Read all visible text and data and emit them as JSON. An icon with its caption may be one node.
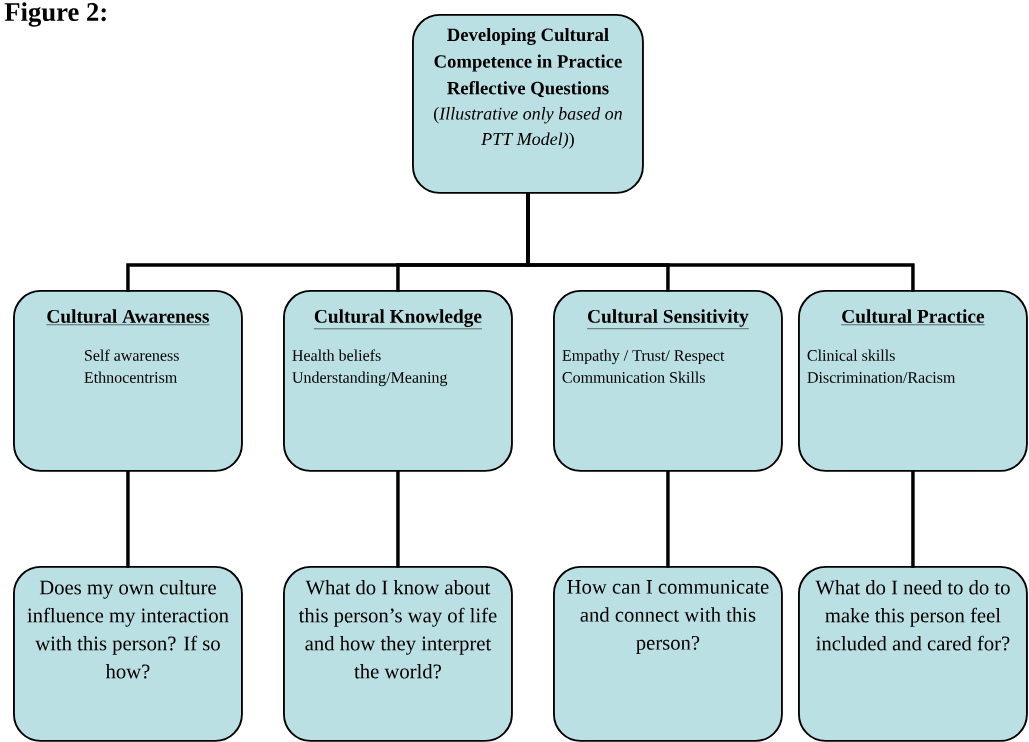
{
  "diagram": {
    "title": "Figure 2:",
    "nodes": [
      {
        "text": [
          "Developing Cultural Competence in Practice Reflective Questions",
          "(*Illustrative only based on PTT Model)*)"
        ]
      },
      {
        "text": [
          "Cultural Awareness",
          "Self awareness Ethnocentrism"
        ]
      },
      {
        "text": [
          "Cultural Knowledge",
          "Health beliefs Understanding/Meaning"
        ]
      },
      {
        "text": [
          "Cultural Sensitivity",
          "Empathy / Trust/ Respect Communication Skills"
        ]
      },
      {
        "text": [
          "Cultural Practice",
          "Clinical skills Discrimination/Racism"
        ]
      },
      {
        "text": [
          "Does my own culture influence my interaction with this person? If so how?"
        ]
      },
      {
        "text": [
          "What do I know about this person’s way of life and how they interpret the world?"
        ]
      },
      {
        "text": [
          "How can I communicate and connect with this person?"
        ]
      },
      {
        "text": [
          "What do I need to do to make this person feel included and cared for?"
        ]
      }
    ],
    "edges": [
      {
        "from": 0,
        "to": 1,
        "arrow": "none"
      },
      {
        "from": 0,
        "to": 2,
        "arrow": "none"
      },
      {
        "from": 0,
        "to": 3,
        "arrow": "none"
      },
      {
        "from": 0,
        "to": 4,
        "arrow": "none"
      },
      {
        "from": 1,
        "to": 5,
        "arrow": "none"
      },
      {
        "from": 2,
        "to": 6,
        "arrow": "none"
      },
      {
        "from": 3,
        "to": 7,
        "arrow": "none"
      },
      {
        "from": 4,
        "to": 8,
        "arrow": "none"
      }
    ]
  }
}
